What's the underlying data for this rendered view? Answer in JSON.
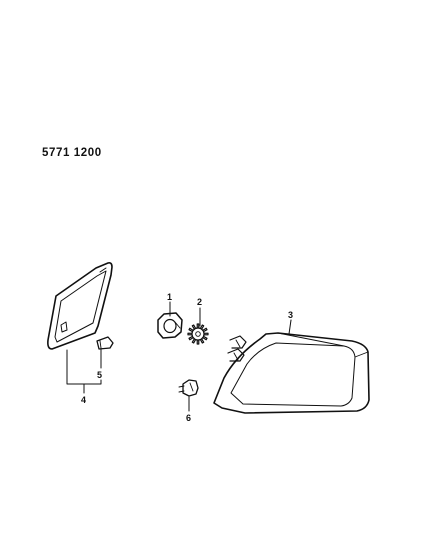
{
  "diagram": {
    "reference_number": "5771 1200",
    "callouts": [
      {
        "id": "1",
        "label": "1"
      },
      {
        "id": "2",
        "label": "2"
      },
      {
        "id": "3",
        "label": "3"
      },
      {
        "id": "4",
        "label": "4"
      },
      {
        "id": "5",
        "label": "5"
      },
      {
        "id": "6",
        "label": "6"
      }
    ],
    "line_color": "#111111",
    "background_color": "#ffffff"
  }
}
